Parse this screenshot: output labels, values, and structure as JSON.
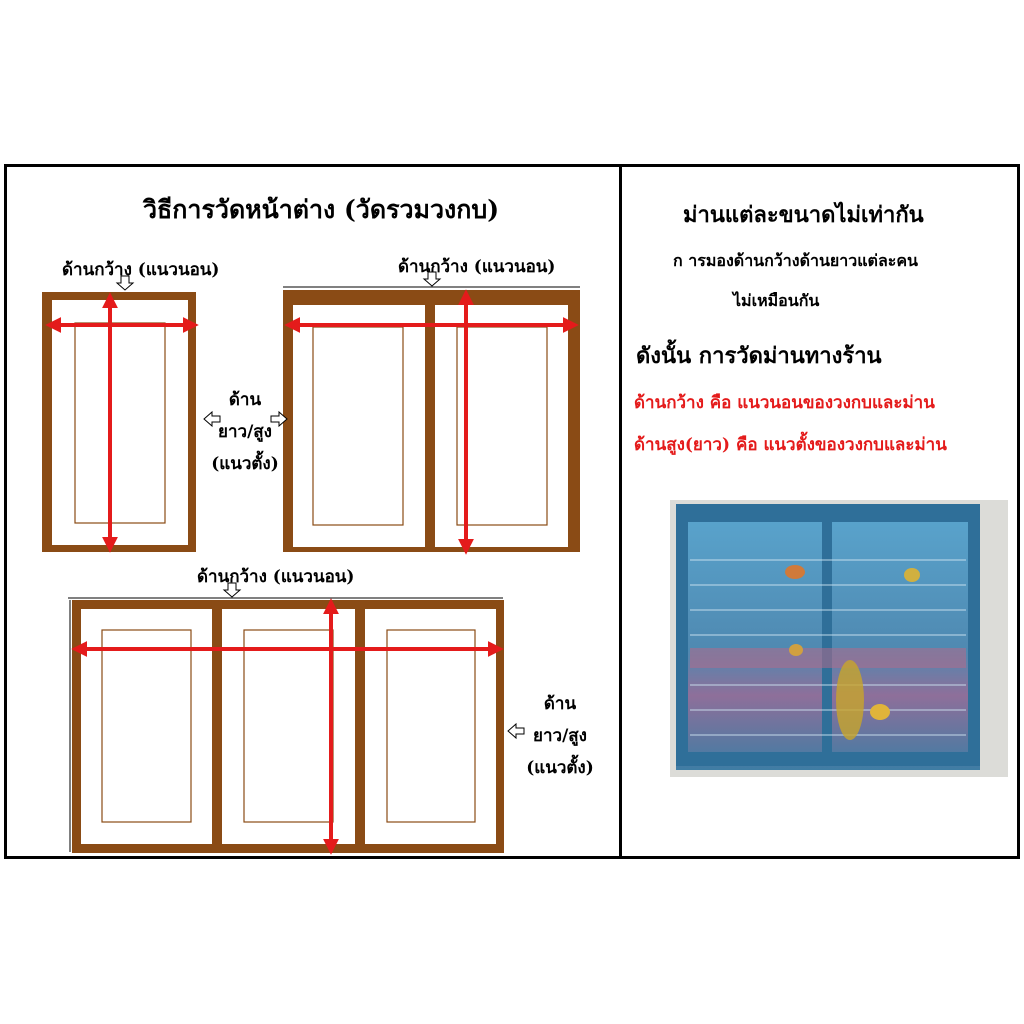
{
  "left_panel": {
    "title": "วิธีการวัดหน้าต่าง (วัดรวมวงกบ)",
    "diagram_single": {
      "width_label": "ด้านกว้าง (แนวนอน)"
    },
    "diagram_double": {
      "width_label": "ด้านกว้าง (แนวนอน)"
    },
    "height_label_1": {
      "line1": "ด้าน",
      "line2": "ยาว/สูง",
      "line3": "(แนวตั้ง)"
    },
    "diagram_triple": {
      "width_label": "ด้านกว้าง (แนวนอน)"
    },
    "height_label_2": {
      "line1": "ด้าน",
      "line2": "ยาว/สูง",
      "line3": "(แนวตั้ง)"
    }
  },
  "right_panel": {
    "heading": "ม่านแต่ละขนาดไม่เท่ากัน",
    "line1": "ก ารมองด้านกว้างด้านยาวแต่ละคน",
    "line2": "ไม่เหมือนกัน",
    "subheading": "ดังนั้น การวัดม่านทางร้าน",
    "red_line1": "ด้านกว้าง  คือ  แนวนอนของวงกบและม่าน",
    "red_line2": "ด้านสูง(ยาว)  คือ แนวตั้งของวงกบและม่าน"
  },
  "colors": {
    "frame": "#8a4b15",
    "arrow": "#e41b1b",
    "text_red": "#e41b1b",
    "curtain": "#3d7fa8"
  }
}
